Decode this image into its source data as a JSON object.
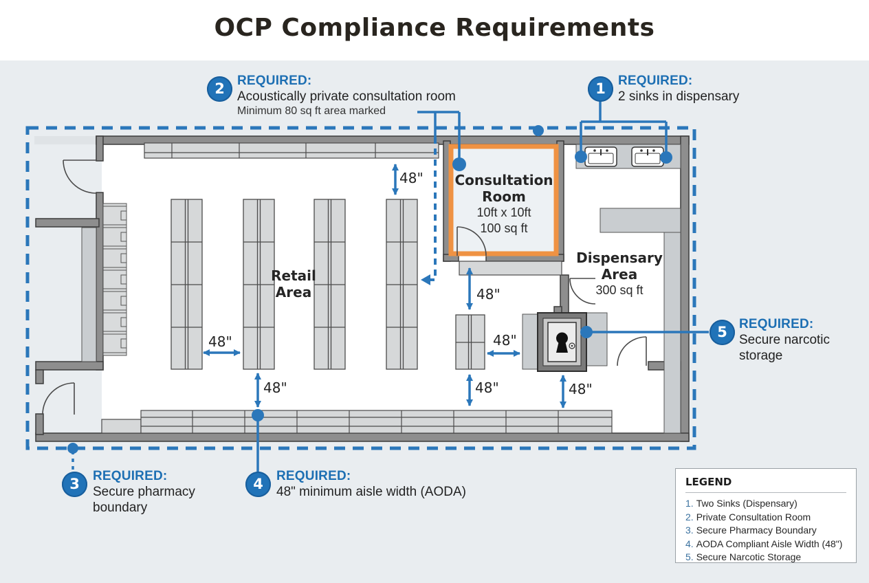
{
  "title": "OCP Compliance Requirements",
  "colors": {
    "accent": "#2173b8",
    "orange": "#ef9243",
    "wall": "#8e8e8e",
    "shelf": "#d6d8d9"
  },
  "callouts": [
    {
      "num": "1",
      "heading": "REQUIRED:",
      "lines": [
        "2 sinks in dispensary"
      ]
    },
    {
      "num": "2",
      "heading": "REQUIRED:",
      "lines": [
        "Acoustically private consultation room",
        "Minimum 80 sq ft area marked"
      ]
    },
    {
      "num": "3",
      "heading": "REQUIRED:",
      "lines": [
        "Secure pharmacy boundary"
      ]
    },
    {
      "num": "4",
      "heading": "REQUIRED:",
      "lines": [
        "48\" minimum aisle width (AODA)"
      ]
    },
    {
      "num": "5",
      "heading": "REQUIRED:",
      "lines": [
        "Secure narcotic storage"
      ]
    }
  ],
  "rooms": {
    "consultation": {
      "name": "Consultation Room",
      "size": "10ft x 10ft",
      "area": "100 sq ft"
    },
    "retail": {
      "name": "Retail Area"
    },
    "dispensary": {
      "name": "Dispensary Area",
      "area": "300 sq ft"
    }
  },
  "dims": {
    "label": "48\""
  },
  "legend": {
    "title": "LEGEND",
    "items": [
      {
        "num": "1.",
        "label": "Two Sinks (Dispensary)"
      },
      {
        "num": "2.",
        "label": "Private Consultation Room"
      },
      {
        "num": "3.",
        "label": "Secure Pharmacy Boundary"
      },
      {
        "num": "4.",
        "label": "AODA Compliant Aisle Width (48\")"
      },
      {
        "num": "5.",
        "label": "Secure Narcotic Storage"
      }
    ]
  }
}
